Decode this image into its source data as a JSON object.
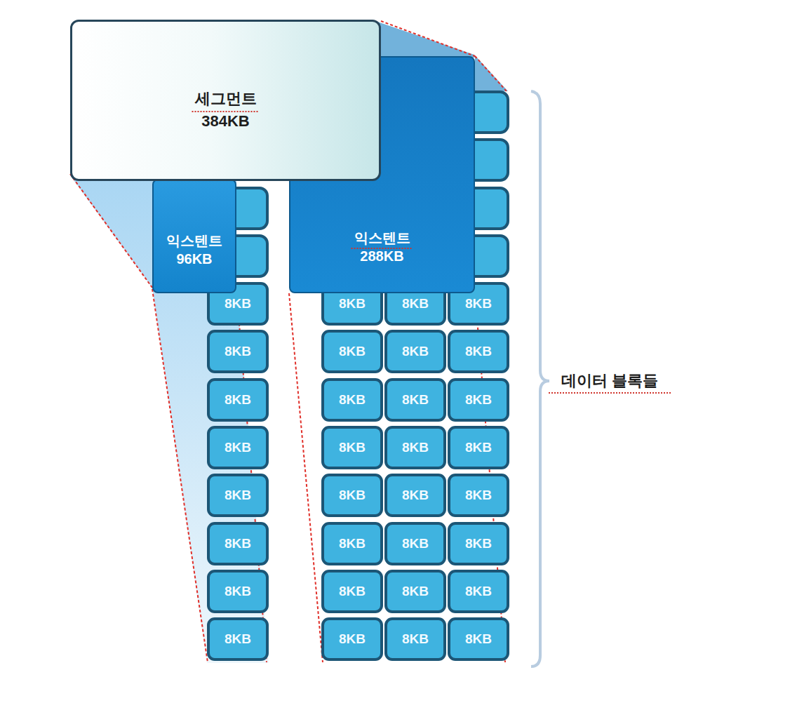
{
  "diagram": {
    "nodes": [
      {
        "text": [
          "세그먼트",
          "384KB"
        ]
      },
      {
        "text": [
          "익스텐트",
          "96KB"
        ]
      },
      {
        "text": [
          "익스텐트",
          "288KB"
        ]
      },
      {
        "text": [
          "8KB"
        ]
      },
      {
        "text": [
          "8KB"
        ]
      },
      {
        "text": [
          "8KB"
        ]
      },
      {
        "text": [
          "8KB"
        ]
      },
      {
        "text": [
          "8KB"
        ]
      },
      {
        "text": [
          "8KB"
        ]
      },
      {
        "text": [
          "8KB"
        ]
      },
      {
        "text": [
          "8KB"
        ]
      },
      {
        "text": [
          "8KB"
        ]
      },
      {
        "text": [
          "8KB"
        ]
      },
      {
        "text": [
          "8KB"
        ]
      },
      {
        "text": [
          "8KB"
        ]
      },
      {
        "text": [
          "8KB"
        ]
      },
      {
        "text": [
          "8KB"
        ]
      },
      {
        "text": [
          "8KB"
        ]
      },
      {
        "text": [
          "8KB"
        ]
      },
      {
        "text": [
          "8KB"
        ]
      },
      {
        "text": [
          "8KB"
        ]
      },
      {
        "text": [
          "8KB"
        ]
      },
      {
        "text": [
          "8KB"
        ]
      },
      {
        "text": [
          "8KB"
        ]
      },
      {
        "text": [
          "8KB"
        ]
      },
      {
        "text": [
          "8KB"
        ]
      },
      {
        "text": [
          "8KB"
        ]
      },
      {
        "text": [
          "8KB"
        ]
      },
      {
        "text": [
          "8KB"
        ]
      },
      {
        "text": [
          "8KB"
        ]
      },
      {
        "text": [
          "8KB"
        ]
      },
      {
        "text": [
          "8KB"
        ]
      },
      {
        "text": [
          "8KB"
        ]
      },
      {
        "text": [
          "8KB"
        ]
      },
      {
        "text": [
          "8KB"
        ]
      }
    ],
    "labels": [
      "데이터 블록들"
    ]
  }
}
